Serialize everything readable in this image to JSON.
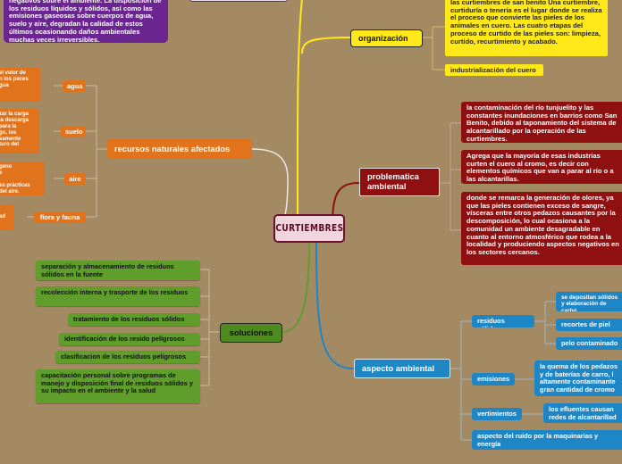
{
  "center": {
    "label": "CURTIEMBRES"
  },
  "top_left_note": "negativos sobre el ambiente. La disposición de los residuos líquidos y sólidos, así como las emisiones gaseosas sobre cuerpos de agua, suelo y aire, degradan la calidad de estos últimos ocasionando daños ambientales muchas veces irreversibles.",
  "organizacion": {
    "label": "organización",
    "children": [
      "las curtiembres de san benito Una curtiembre, curtiduría o tenería es el lugar donde se realiza el proceso que convierte las pieles de los animales en cuero. Las cuatro etapas del proceso de curtido de las pieles son: limpieza, curtido, recurtimiento y acabado.",
      "industrialización del cuero"
    ]
  },
  "recursos": {
    "label": "recursos naturales afectados",
    "groups": [
      {
        "label": "agua",
        "detail": "el valor de\nn los peces\ngua"
      },
      {
        "label": "suelo",
        "detail": "zar la carga\nla descarga\npara la\ngo, los\nsamente\nturo del"
      },
      {
        "label": "aire",
        "detail": "geno\ne\n\nes prácticas\ndel aire."
      },
      {
        "label": "flora y fauna",
        "detail": "ad"
      }
    ]
  },
  "soluciones": {
    "label": "soluciones",
    "items": [
      "separación y almacenamiento de residuos sólidos en la fuente",
      "recolección interna y trasporte de los residuos",
      "tratamiento de los residuos sólidos",
      "identificación de los resido peligrosos",
      "clasificacion de los residuos peligrosos",
      "capacitación personal sobre programas de manejo y disposición final de residuos sólidos y su impacto en el ambiente y la salud"
    ]
  },
  "problematica": {
    "label": "problematica ambiental",
    "items": [
      "la contaminación del río tunjuelito  y las constantes inundaciones en barrios como San Benito, debido al taponamiento del sistema de alcantarillado por la operación de las curtiembres.",
      "Agrega que la mayoría de esas industrias curten el cuero al cromo, es decir con elementos químicos que van a parar al río o a las alcantarillas.",
      "donde se remarca la generación de olores, ya que las pieles contienen exceso de sangre, vísceras entre otros pedazos causantes por la descomposición, lo cual ocasiona a la comunidad un ambiente desagradable en cuanto al entorno atmosférico que rodea a la localidad y produciendo aspectos negativos en los sectores cercanos."
    ]
  },
  "aspecto": {
    "label": "aspecto ambiental",
    "residuos": {
      "label": "residuos sólidos",
      "items": [
        "se depositan sólidos y elaboración de carbó",
        "recortes de piel",
        "pelo contaminado"
      ]
    },
    "emisiones": {
      "label": "emisiones",
      "detail": "la quema de los pedazos y de baterías de carro, l altamente contaminante gran cantidad de cromo"
    },
    "vertimientos": {
      "label": "vertimientos",
      "detail": "los efluentes causan redes de alcantarillad"
    },
    "ruido": "aspecto del ruido por la maquinarias  y energía"
  },
  "colors": {
    "background": "#a48a63",
    "organizacion": "#ffe81a",
    "recursos": "#e0731c",
    "soluciones": "#5f9e2a",
    "problematica": "#8e1010",
    "aspecto": "#1f86c6",
    "top_note": "#6a2590"
  }
}
